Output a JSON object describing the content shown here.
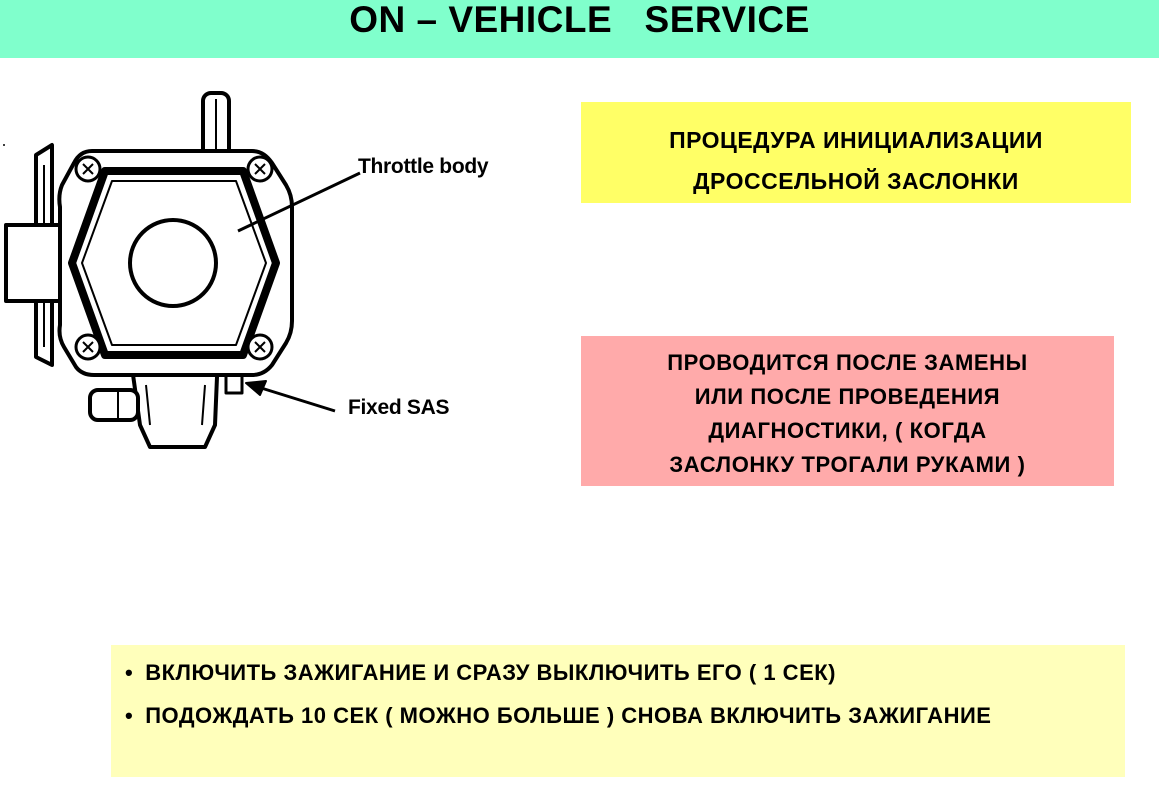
{
  "header": {
    "title": "ON – VEHICLE   SERVICE",
    "bg_color": "#80ffcc"
  },
  "diagram": {
    "callouts": {
      "throttle_body": "Throttle body",
      "fixed_sas": "Fixed SAS"
    }
  },
  "info_box": {
    "lines": [
      "ПРОЦЕДУРА  ИНИЦИАЛИЗАЦИИ",
      "ДРОССЕЛЬНОЙ  ЗАСЛОНКИ"
    ],
    "bg_color": "#ffff66"
  },
  "note_box": {
    "lines": [
      "ПРОВОДИТСЯ  ПОСЛЕ  ЗАМЕНЫ",
      "ИЛИ  ПОСЛЕ  ПРОВЕДЕНИЯ",
      "ДИАГНОСТИКИ,  ( КОГДА",
      "ЗАСЛОНКУ  ТРОГАЛИ  РУКАМИ )"
    ],
    "bg_color": "#ffaaaa"
  },
  "steps": {
    "bullet": "•",
    "items": [
      "ВКЛЮЧИТЬ  ЗАЖИГАНИЕ  И  СРАЗУ  ВЫКЛЮЧИТЬ  ЕГО  ( 1 СЕК)",
      "ПОДОЖДАТЬ  10 СЕК  ( МОЖНО  БОЛЬШЕ )  СНОВА  ВКЛЮЧИТЬ  ЗАЖИГАНИЕ"
    ],
    "bg_color": "#ffffbb"
  }
}
